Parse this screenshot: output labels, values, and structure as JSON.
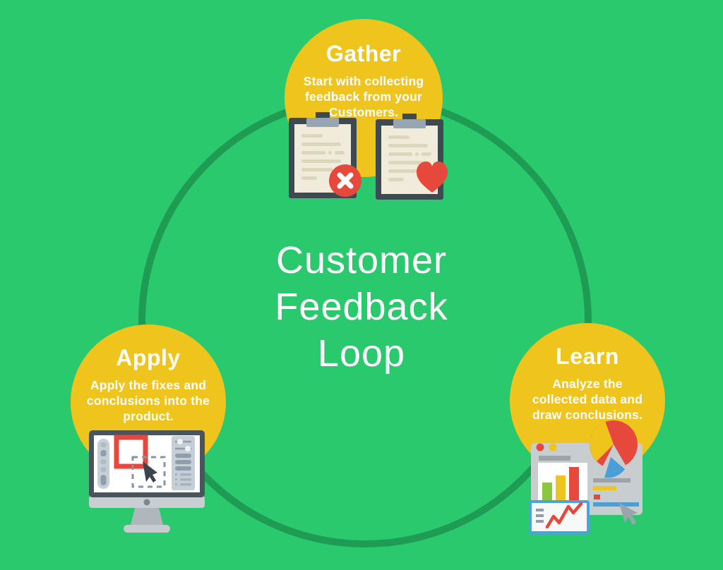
{
  "loop": {
    "title_lines": [
      "Customer",
      "Feedback",
      "Loop"
    ]
  },
  "stages": [
    {
      "name": "Gather",
      "description_lines": [
        "Start with collecting",
        "feedback from your",
        "Customers."
      ],
      "icon": "clipboards-feedback-icon"
    },
    {
      "name": "Learn",
      "description_lines": [
        "Analyze the",
        "collected data and",
        "draw conclusions."
      ],
      "icon": "analytics-dashboard-icon"
    },
    {
      "name": "Apply",
      "description_lines": [
        "Apply the fixes and",
        "conclusions into the",
        "product."
      ],
      "icon": "design-monitor-icon"
    }
  ],
  "theme": {
    "bg": "#2BC96D",
    "ring": "#1F9C53",
    "node": "#EFC41C",
    "white": "#FFFFFF",
    "red": "#E6493C",
    "slate": "#3E4A52",
    "paper": "#F0EBDA",
    "paper_line": "#DCD6BD",
    "clip": "#97A6B2",
    "frame": "#49545D",
    "chin": "#C9CED2",
    "metal": "#AFB7BC",
    "base": "#C6CCCF",
    "gray_ui": "#8E9EAC",
    "gray_mid": "#AEBCC6",
    "gray_ui_light": "#C6CFD6",
    "blue": "#4A9FD8",
    "green_bar": "#8DC63F",
    "win": "#C8CDD0",
    "win_text": "#9CA4A9",
    "card_border": "#4AA3DF",
    "cursor_gray": "#9CA4AB",
    "dark_cursor": "#3A454E"
  }
}
